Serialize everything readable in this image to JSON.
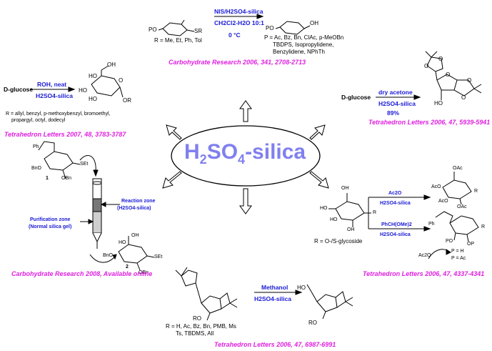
{
  "center": {
    "title_main": "H",
    "title_sub1": "2",
    "title_mid": "SO",
    "title_sub2": "4",
    "title_end": "-silica"
  },
  "top": {
    "reactant_po": "PO",
    "reactant_sr": "SR",
    "cond1": "NIS/H2SO4-silica",
    "cond2": "CH2Cl2-H2O 10:1",
    "cond3": "0 °C",
    "product_po": "PO",
    "product_oh": "OH",
    "r_groups": "R = Me, Et, Ph, Tol",
    "p_groups_1": "P = Ac, Bz, Bn, ClAc, p-MeOBn",
    "p_groups_2": "TBDPS, Isopropylidene,",
    "p_groups_3": "Benzylidene, NPhTh",
    "ref_journal": "Carbohydrate Research",
    "ref_year": "2006,",
    "ref_vol": "341",
    "ref_pages": ", 2708-2713"
  },
  "left": {
    "start": "D-glucose",
    "cond1": "ROH, neat",
    "cond2": "H2SO4-silica",
    "lbl_oh": "OH",
    "lbl_ho1": "HO",
    "lbl_ho2": "HO",
    "lbl_o": "O",
    "lbl_ho3": "HO",
    "lbl_or": "OR",
    "r_line1": "R = allyl, benzyl, p-methoxybenzyl, bromoethyl,",
    "r_line2": "propargyl, octyl, dodecyl",
    "ref_journal": "Tetrahedron Letters",
    "ref_year": "2007,",
    "ref_vol": "48",
    "ref_pages": ", 3783-3787"
  },
  "right": {
    "start": "D-glucose",
    "cond1": "dry acetone",
    "cond2": "H2SO4-silica",
    "cond3": "89%",
    "lbl_o1": "O",
    "lbl_o2": "O",
    "lbl_o3": "O",
    "lbl_o4": "O",
    "lbl_o5": "O",
    "lbl_ho": "HO",
    "ref_journal": "Tetrahedron Letters",
    "ref_year": "2006,",
    "ref_vol": "47",
    "ref_pages": ", 5939-5941"
  },
  "column": {
    "ph": "Ph",
    "bno1": "BnO",
    "set1": "SEt",
    "obn1": "OBn",
    "num1": "1",
    "reaction_zone_1": "Reaction zone",
    "reaction_zone_2": "(H2SO4-silica)",
    "purif_zone_1": "Purification zone",
    "purif_zone_2": "(Normal silica gel)",
    "ho": "HO",
    "oh": "OH",
    "bno2": "BnO",
    "set2": "SEt",
    "obn2": "OBn",
    "num2": "2",
    "ref_journal": "Carbohydrate Research",
    "ref_rest": "2008, Available online"
  },
  "right2": {
    "reagent1": "Ac2O",
    "cat1": "H2SO4-silica",
    "reagent2": "PhCH(OMe)2",
    "cat2": "H2SO4-silica",
    "lbl_oh1": "OH",
    "lbl_ho1": "HO",
    "lbl_ho2": "HO",
    "lbl_oh2": "OH",
    "lbl_r": "R",
    "r_def": "R = O-/S-glycoside",
    "oac1": "OAc",
    "aco1": "AcO",
    "aco2": "AcO",
    "oac2": "OAc",
    "r1": "R",
    "ph": "Ph",
    "po": "PO",
    "op": "OP",
    "r2": "R",
    "p_h": "P = H",
    "ac2o": "Ac2O",
    "p_ac": "P = Ac",
    "ref_journal": "Tetrahedron Letters",
    "ref_year": "2006,",
    "ref_vol": "47",
    "ref_pages": ", 4337-4341"
  },
  "bottom": {
    "reagent": "Methanol",
    "catalyst": "H2SO4-silica",
    "lbl_ro1": "RO",
    "lbl_ro2": "RO",
    "lbl_ho": "HO",
    "r_line1": "R = H, Ac, Bz, Bn, PMB, Ms",
    "r_line2": "Ts, TBDMS, All",
    "ref_journal": "Tetrahedron Letters",
    "ref_year": "2006,",
    "ref_vol": "47",
    "ref_pages": ", 6987-6991"
  }
}
